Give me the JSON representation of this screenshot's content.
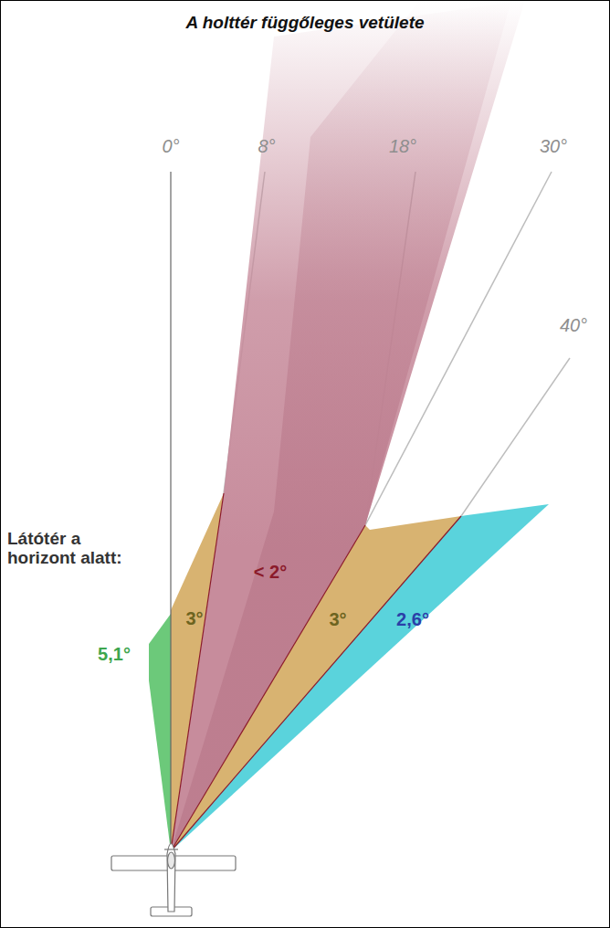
{
  "diagram": {
    "title": "A holttér függőleges vetülete",
    "labels": [
      "0°",
      "8°",
      "18°",
      "30°",
      "40°",
      "Látótér a horizont alatt:",
      "5,1°",
      "3°",
      "< 2°",
      "3°",
      "2,6°"
    ]
  }
}
